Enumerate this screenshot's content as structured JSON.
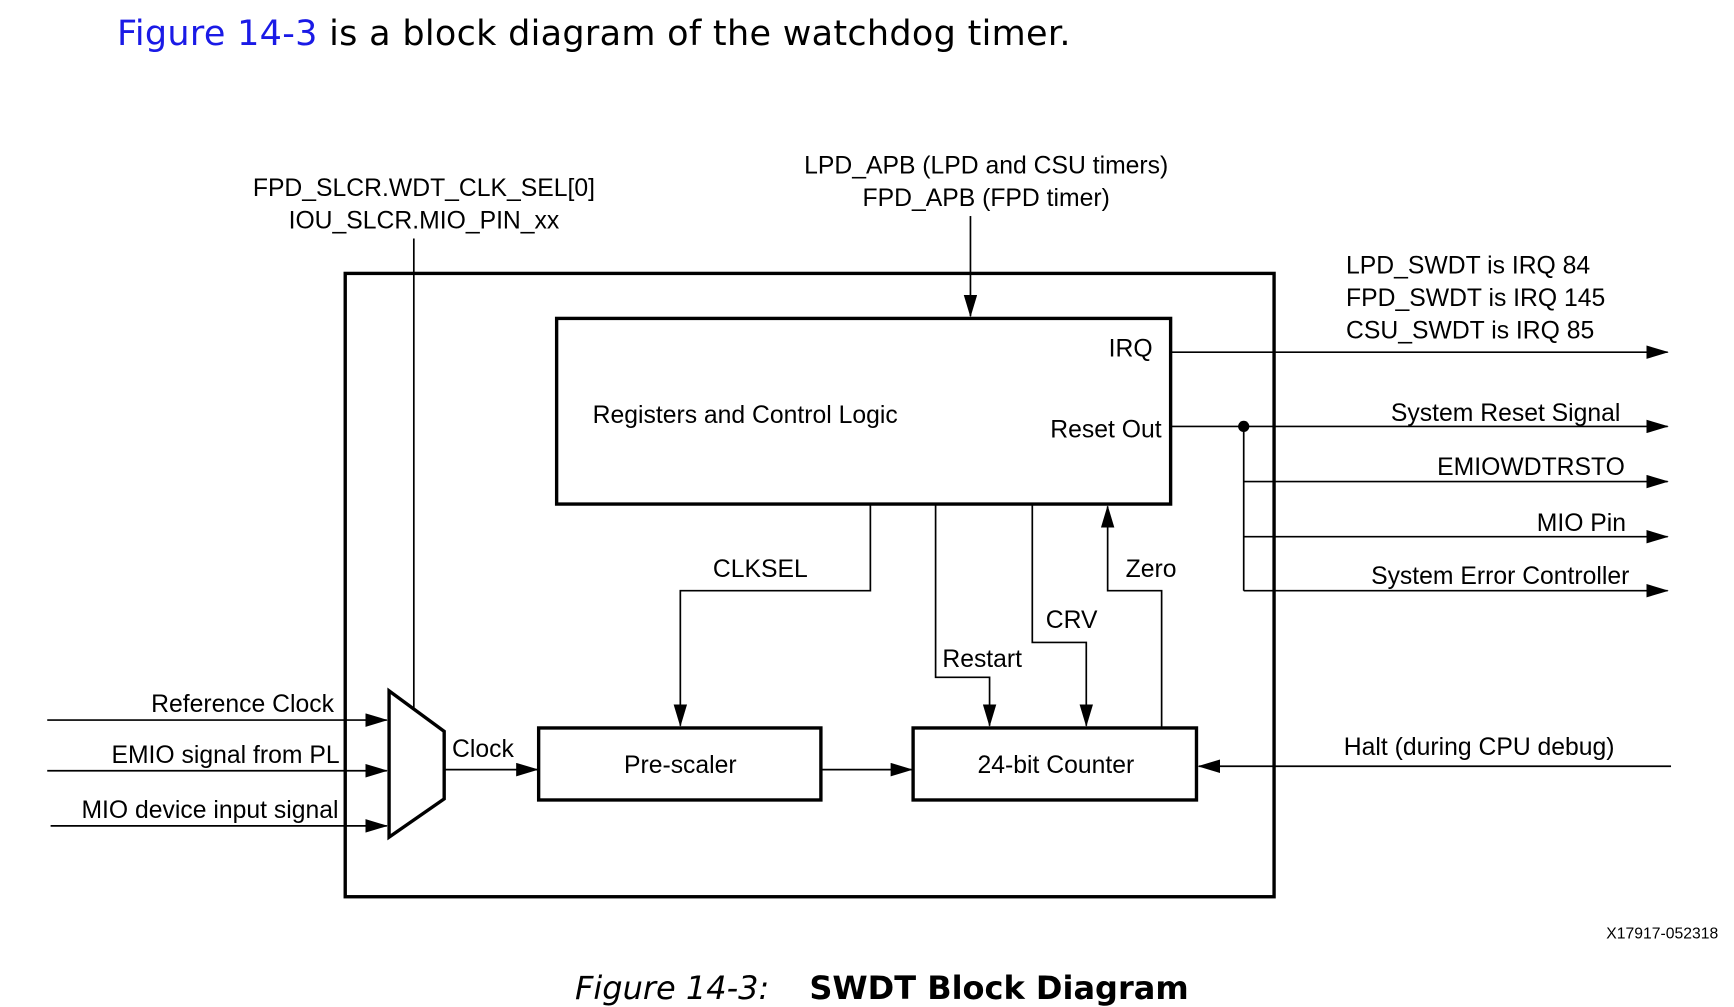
{
  "intro": {
    "link_text": "Figure 14-3",
    "rest_text": " is a block diagram of the watchdog timer."
  },
  "diagram": {
    "top_inputs": {
      "clk_sel_line1": "FPD_SLCR.WDT_CLK_SEL[0]",
      "clk_sel_line2": "IOU_SLCR.MIO_PIN_xx",
      "apb_line1": "LPD_APB (LPD and CSU timers)",
      "apb_line2": "FPD_APB (FPD timer)"
    },
    "blocks": {
      "registers": "Registers and Control Logic",
      "irq_port": "IRQ",
      "reset_out_port": "Reset Out",
      "prescaler": "Pre-scaler",
      "counter": "24-bit Counter"
    },
    "internal_signals": {
      "clksel": "CLKSEL",
      "restart": "Restart",
      "crv": "CRV",
      "zero": "Zero",
      "clock": "Clock"
    },
    "left_inputs": [
      "Reference Clock",
      "EMIO signal from PL",
      "MIO device input signal"
    ],
    "irq_outputs": [
      "LPD_SWDT is IRQ 84",
      "FPD_SWDT is IRQ 145",
      "CSU_SWDT is IRQ 85"
    ],
    "reset_outputs": [
      "System Reset Signal",
      "EMIOWDTRSTO",
      "MIO Pin",
      "System Error Controller"
    ],
    "halt_input": "Halt (during CPU debug)",
    "figure_id": "X17917-052318"
  },
  "caption": {
    "number": "Figure 14-3:",
    "title": "SWDT Block Diagram"
  }
}
